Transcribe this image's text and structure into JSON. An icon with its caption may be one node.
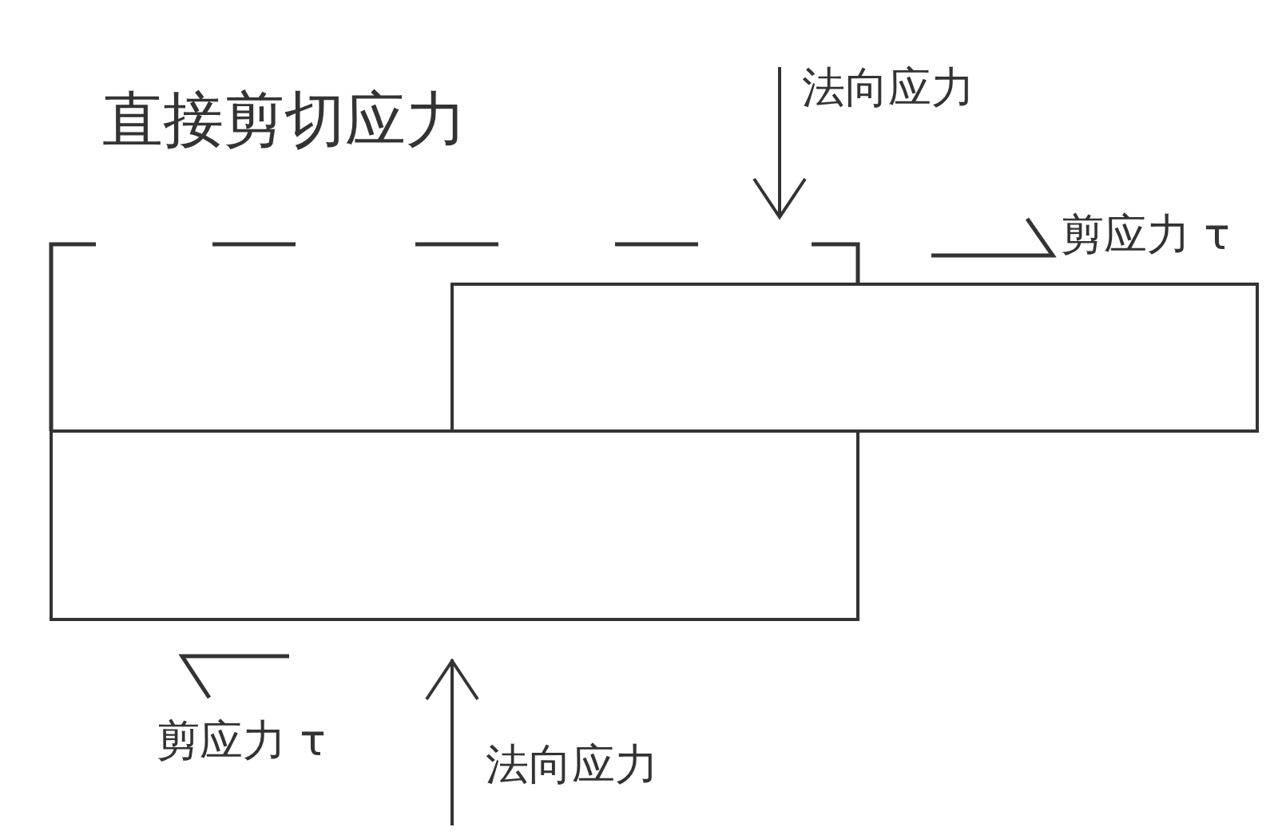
{
  "diagram": {
    "title": "直接剪切应力",
    "nodes": [
      {
        "text": [],
        "shape": "box"
      },
      {
        "text": [],
        "shape": "box"
      }
    ],
    "labels": [
      "法向应力",
      "剪应力 τ",
      "剪应力 τ",
      "法向应力"
    ]
  }
}
